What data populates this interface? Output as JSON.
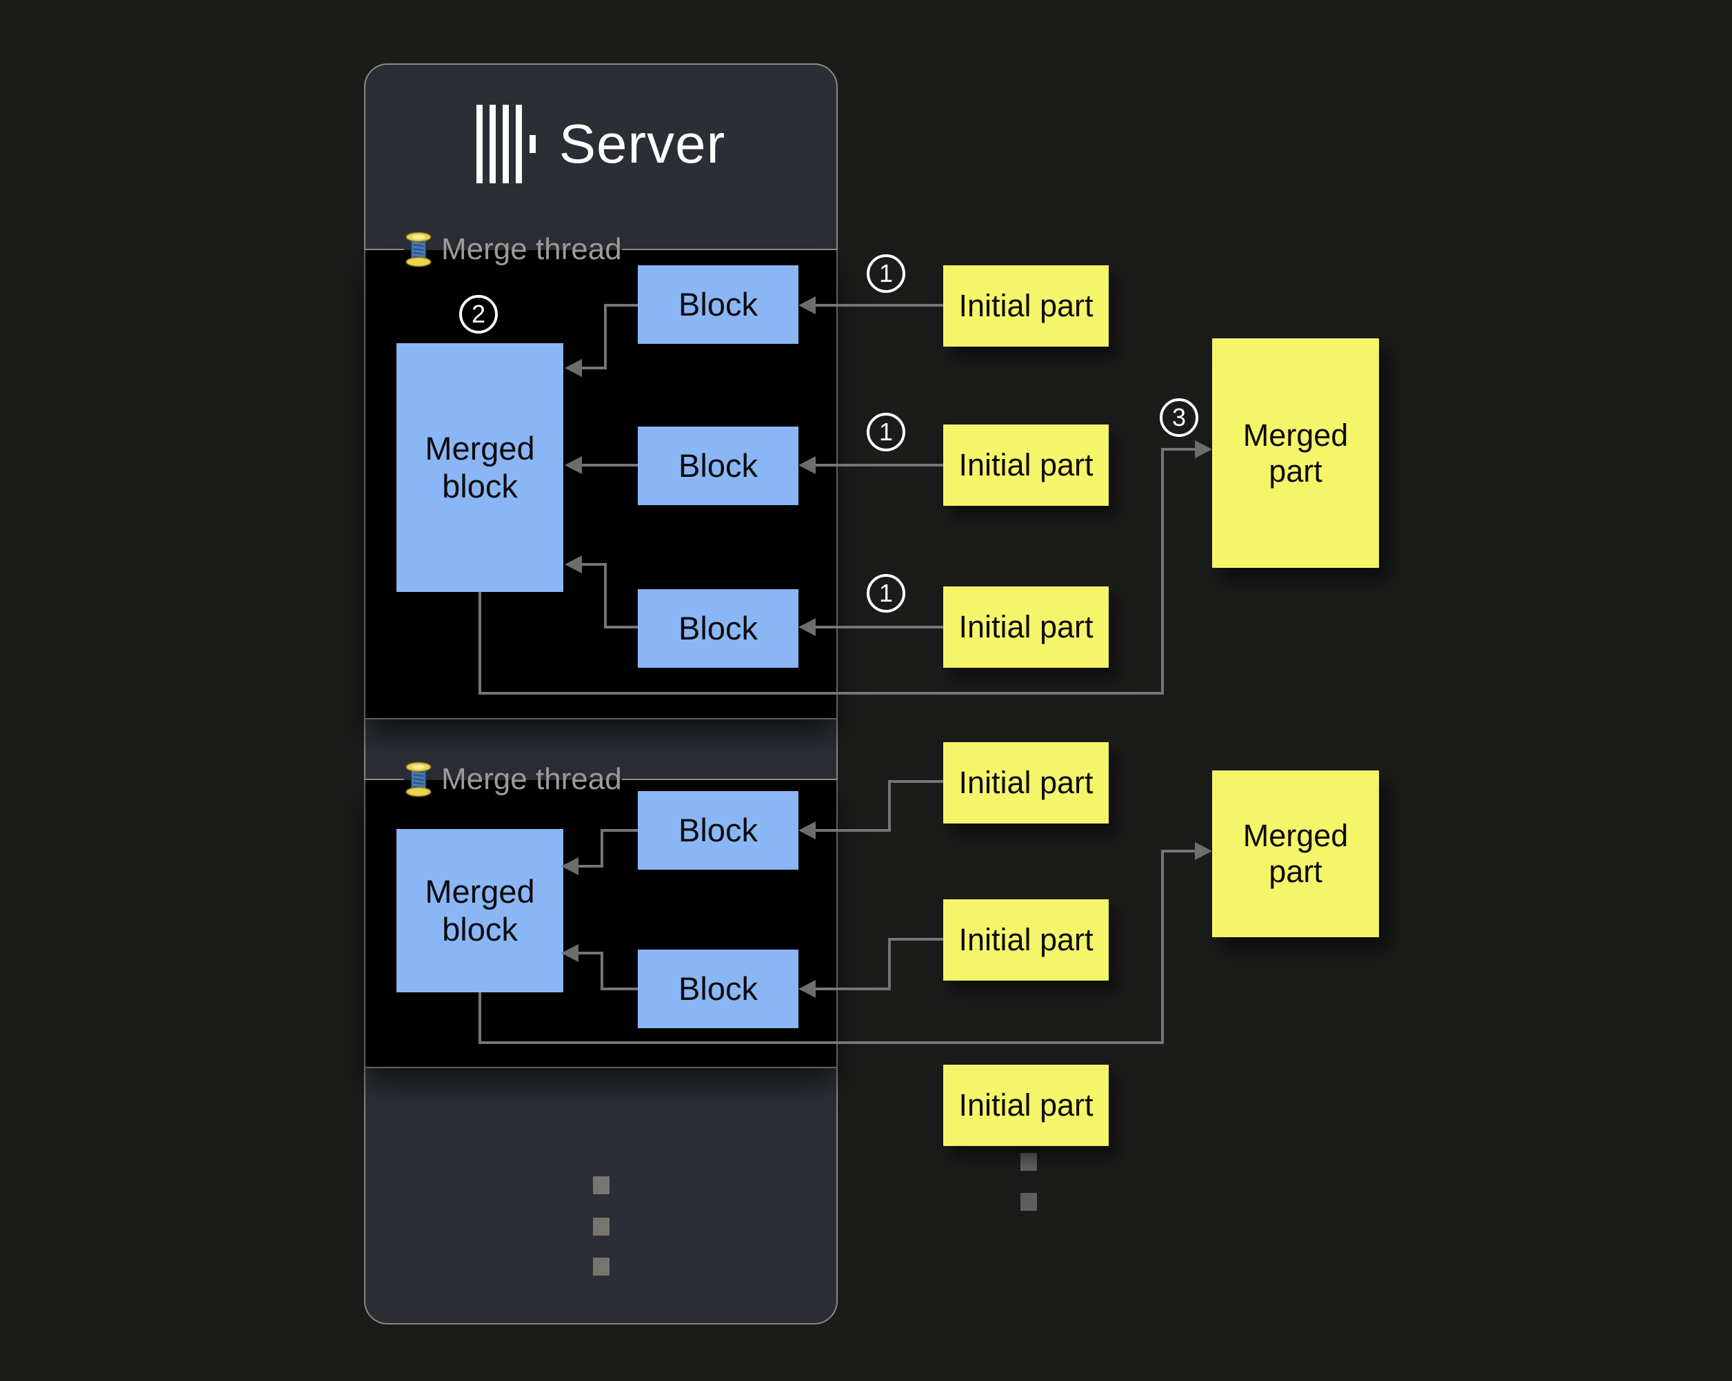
{
  "colors": {
    "page_bg": "#1b1b1a",
    "server_bg": "#2b2e35",
    "server_border": "#878a81",
    "section_bg": "#000000",
    "section_border": "#5d5f63",
    "block_blue": "#8ab6f6",
    "part_yellow": "#f5f56a",
    "connector_gray": "#757575",
    "label_gray": "#9b9b9b",
    "badge_white": "#ffffff"
  },
  "server": {
    "title": "Server",
    "logo_icon": "clickhouse-logo"
  },
  "sections": [
    {
      "label": "Merge thread",
      "icon": "thread-spool",
      "badge": "2",
      "merged_block_label": "Merged block",
      "blocks": [
        "Block",
        "Block",
        "Block"
      ]
    },
    {
      "label": "Merge thread",
      "icon": "thread-spool",
      "merged_block_label": "Merged block",
      "blocks": [
        "Block",
        "Block"
      ]
    }
  ],
  "parts": {
    "initial": [
      "Initial part",
      "Initial part",
      "Initial part",
      "Initial part",
      "Initial part",
      "Initial part"
    ],
    "merged": [
      "Merged part",
      "Merged part"
    ]
  },
  "badges": {
    "step1": "1",
    "step2": "2",
    "step3": "3"
  }
}
